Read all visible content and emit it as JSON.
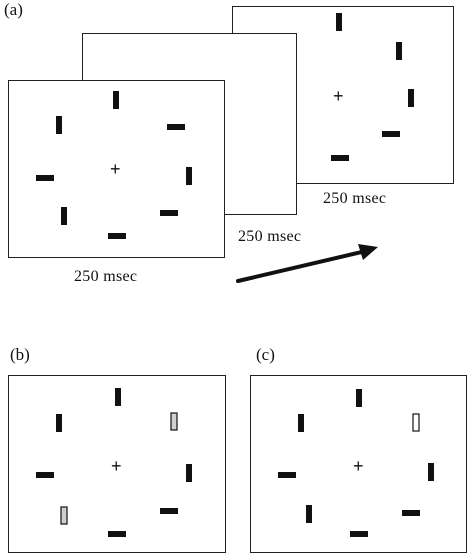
{
  "panel_labels": {
    "a": "(a)",
    "b": "(b)",
    "c": "(c)"
  },
  "fixation_symbol": "+",
  "durations": {
    "frame1": "250 msec",
    "frame2": "250 msec",
    "frame3": "250 msec"
  },
  "colors": {
    "stimulus": "#111111",
    "target_fill": "#d0d0d0",
    "frame_border": "#222222"
  }
}
